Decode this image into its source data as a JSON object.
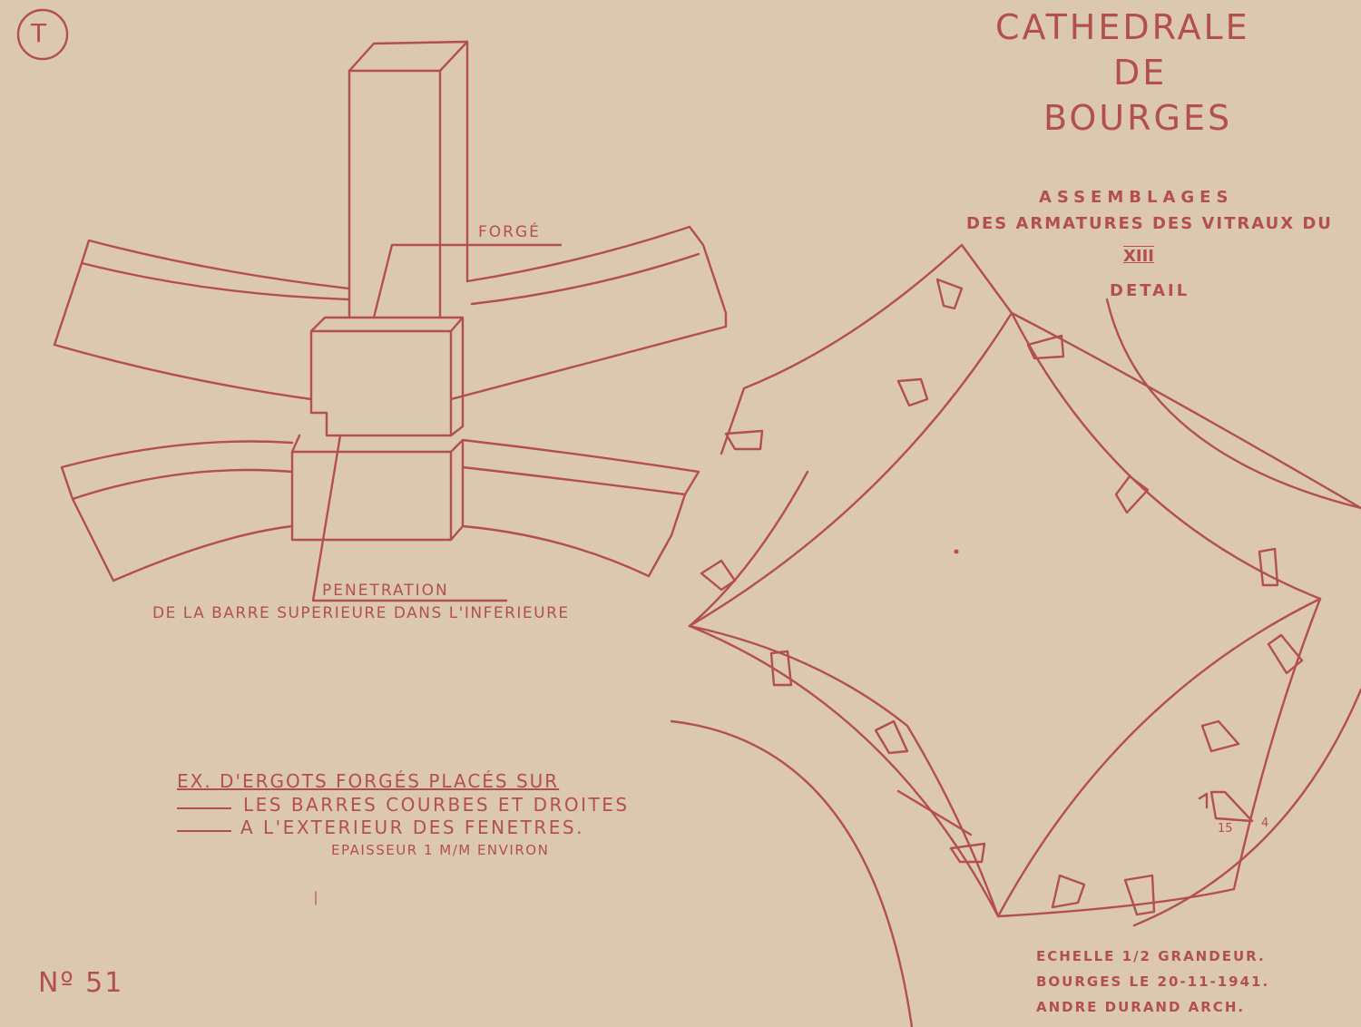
{
  "sheet_mark": "T",
  "title": {
    "line1": "CATHEDRALE",
    "line2": "DE",
    "line3": "BOURGES"
  },
  "subtitle": {
    "line1": "ASSEMBLAGES",
    "line2": "DES ARMATURES DES VITRAUX DU",
    "century": "XIII",
    "line4": "DETAIL"
  },
  "labels": {
    "forge": "FORGÉ",
    "penetration": "PENETRATION",
    "penetration_desc": "DE LA BARRE SUPERIEURE DANS L'INFERIEURE",
    "dim_15": "15",
    "dim_4": "4"
  },
  "notes": {
    "line1": "EX. D'ERGOTS FORGÉS PLACÉS SUR",
    "line2": "LES BARRES COURBES ET DROITES",
    "line3": "A L'EXTERIEUR DES FENETRES.",
    "line4": "EPAISSEUR 1 m/m ENVIRON"
  },
  "footer": {
    "scale": "ECHELLE 1/2 GRANDEUR.",
    "place_date": "BOURGES LE 20-11-1941.",
    "author": "ANDRE DURAND ARCH."
  },
  "sheet_number": "Nº 51",
  "colors": {
    "paper": "#dcc7b1",
    "ink": "#b2504b"
  }
}
